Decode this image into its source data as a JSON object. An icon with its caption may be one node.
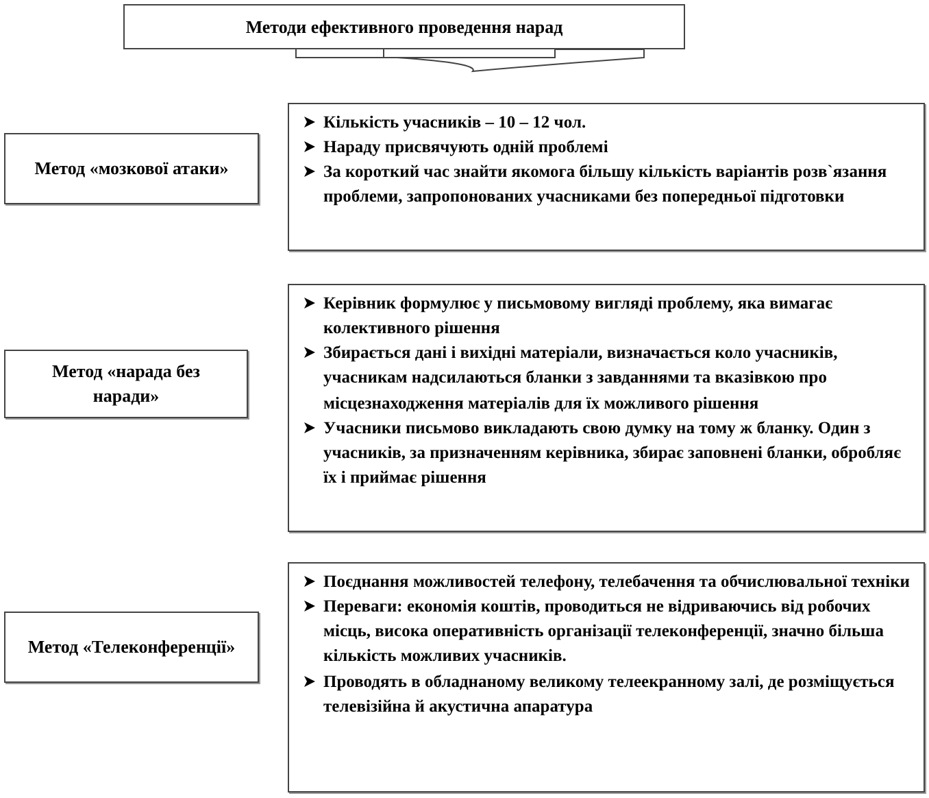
{
  "diagram": {
    "title": "Методи ефективного проведення нарад",
    "nodes": [
      {
        "text": [
          "Метод «мозкової атаки»"
        ]
      },
      {
        "text": [
          "Кількість  учасників  – 10 – 12 чол.",
          "Нараду присвячують одній проблемі",
          "За короткий час знайти якомога більшу кількість  варіантів розв`язання проблеми, запропонованих учасниками без попередньої підготовки"
        ]
      },
      {
        "text": [
          "Метод «нарада без наради»"
        ]
      },
      {
        "text": [
          "Керівник формулює у письмовому вигляді проблему, яка вимагає колективного рішення",
          "Збирається дані і вихідні матеріали, визначається коло учасників, учасникам надсилаються бланки з завданнями та вказівкою про місцезнаходження матеріалів для їх можливого рішення",
          "Учасники письмово викладають свою думку на тому ж бланку. Один з учасників, за призначенням керівника, збирає заповнені бланки, обробляє їх і приймає рішення"
        ]
      },
      {
        "text": [
          "Метод «Телеконференції»"
        ]
      },
      {
        "text": [
          "Поєднання можливостей телефону, телебачення та обчислювальної техніки",
          "Переваги: економія коштів, проводиться не відриваючись від робочих місць, висока оперативність організації телеконференції, значно більша кількість можливих учасників.",
          "Проводять в обладнаному великому телеекранному залі, де розміщується телевізійна й акустична апаратура"
        ]
      }
    ]
  }
}
